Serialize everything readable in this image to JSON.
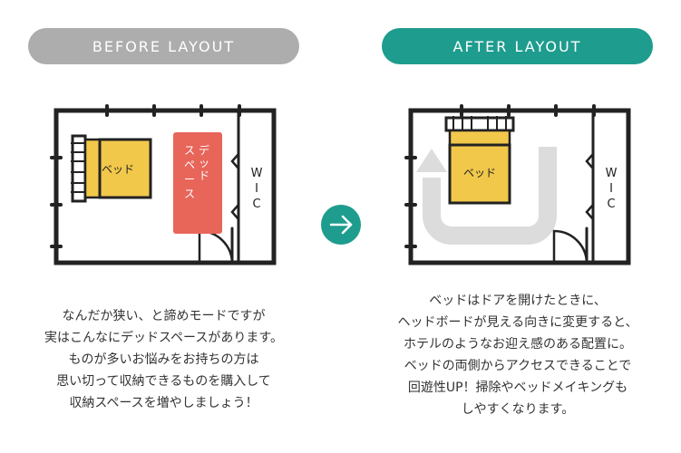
{
  "before": {
    "header": "BEFORE LAYOUT",
    "bed_label": "ベッド",
    "dead_space_label": "デッド\nスペース",
    "closet_label": "WIC",
    "caption_lines": [
      "なんだか狭い、と諦めモードですが",
      "実はこんなにデッドスペースがあります。",
      "ものが多いお悩みをお持ちの方は",
      "思い切って収納できるものを購入して",
      "収納スペースを増やしましょう！"
    ]
  },
  "after": {
    "header": "AFTER LAYOUT",
    "bed_label": "ベッド",
    "closet_label": "WIC",
    "caption_lines": [
      "ベッドはドアを開けたときに、",
      "ヘッドボードが見える向きに変更すると、",
      "ホテルのようなお迎え感のある配置に。",
      "ベッドの両側からアクセスできることで",
      "回遊性UP！掃除やベッドメイキングも",
      "しやすくなります。"
    ]
  },
  "colors": {
    "before_header": "#adadad",
    "after_header": "#1e9c8e",
    "bed": "#f2c84b",
    "dead_space": "#e8655a",
    "arrow_circle": "#1e9c8e",
    "path_arrow": "#dcdcdc",
    "wall": "#222222"
  },
  "icons": {
    "transition": "arrow-right-icon",
    "path": "u-turn-arrow-icon"
  }
}
